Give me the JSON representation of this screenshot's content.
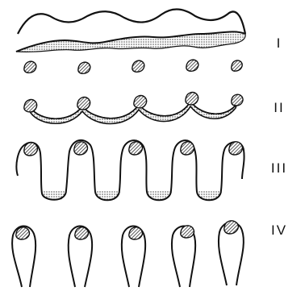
{
  "stages": [
    {
      "label": "I"
    },
    {
      "label": "II"
    },
    {
      "label": "III"
    },
    {
      "label": "IV"
    }
  ],
  "colors": {
    "ink": "#111111",
    "fill": "#ffffff",
    "stipple": "#bdbdbd"
  }
}
